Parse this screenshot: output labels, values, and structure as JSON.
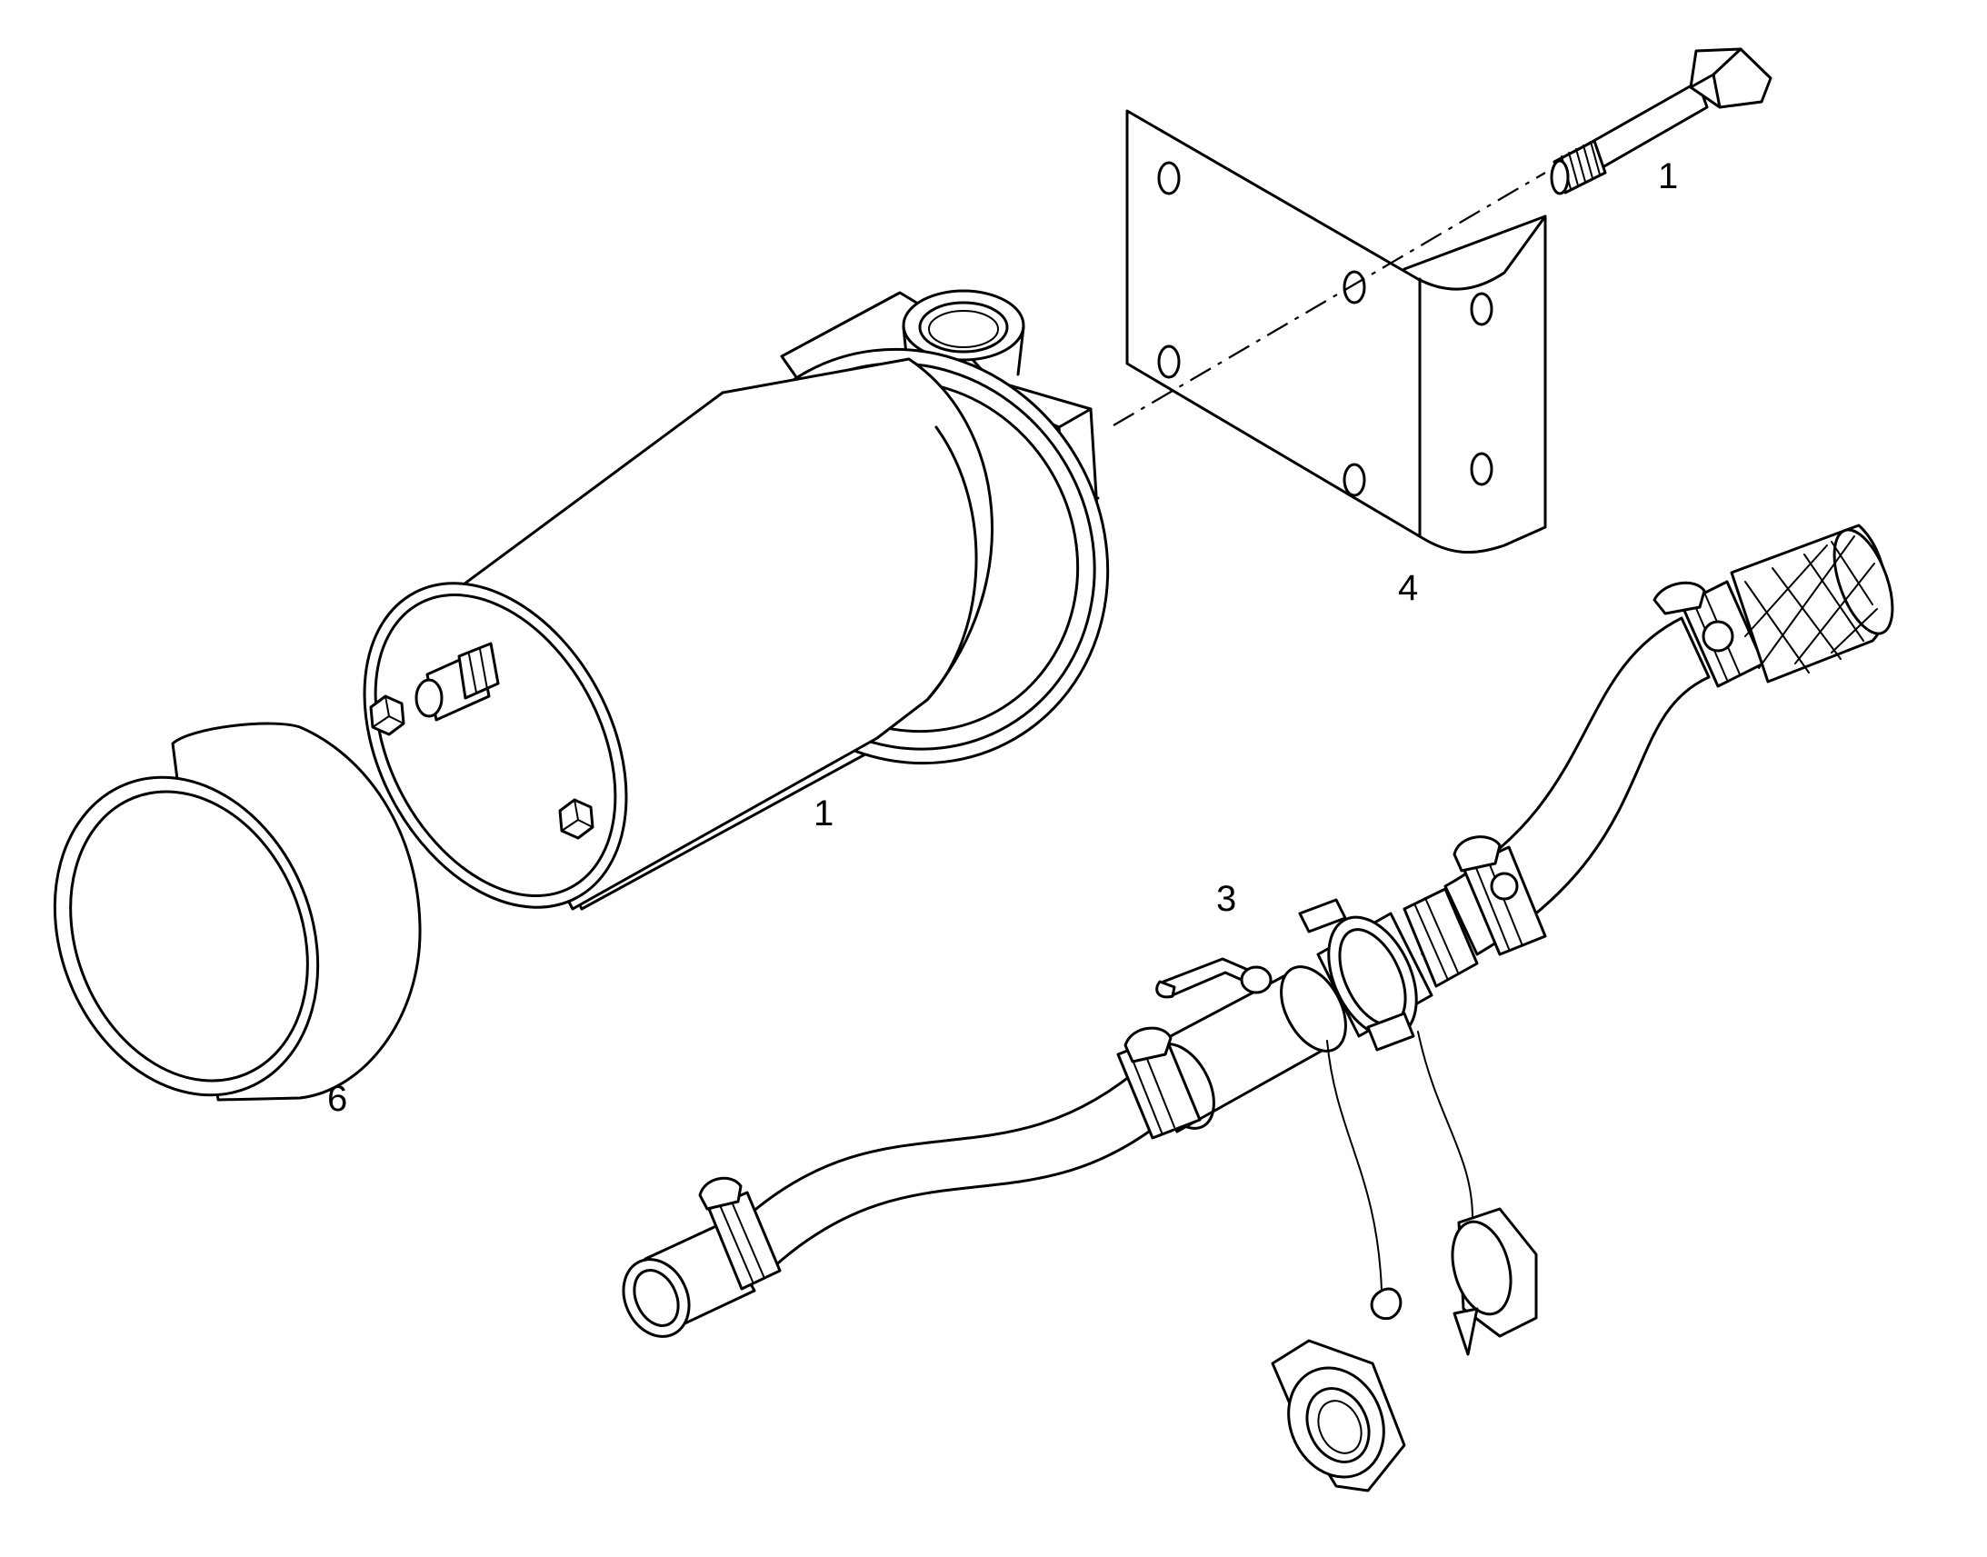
{
  "callouts": {
    "bolt": "1",
    "filter": "1",
    "hose_assembly": "3",
    "bracket": "4",
    "cover": "6"
  }
}
